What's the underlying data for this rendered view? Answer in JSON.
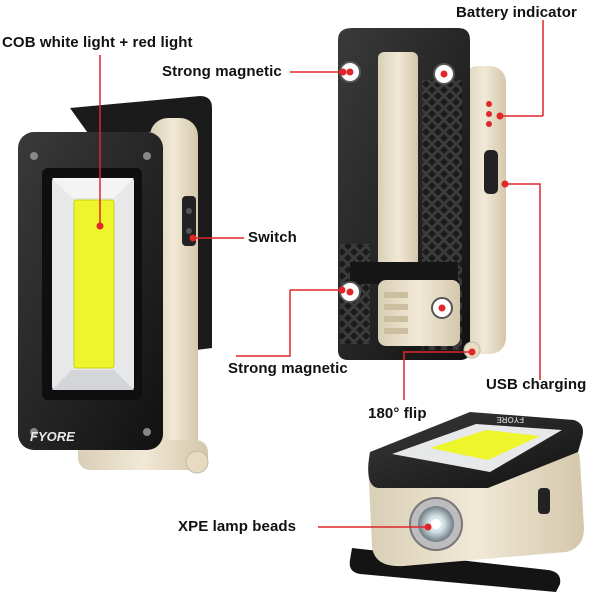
{
  "callouts": {
    "cob_light": "COB white light + red light",
    "battery_indicator": "Battery indicator",
    "strong_magnetic_top": "Strong magnetic",
    "switch": "Switch",
    "strong_magnetic_bottom": "Strong magnetic",
    "usb_charging": "USB charging",
    "flip": "180° flip",
    "xpe_lamp_beads": "XPE lamp beads"
  },
  "brand": {
    "logo_text": "FYORE",
    "back_logo_text": "FYORE"
  },
  "colors": {
    "callout_line": "#e0262b",
    "housing_black": "#1c1c1c",
    "housing_cream": "#ece3cf",
    "cob_yellow": "#eef52a",
    "reflector": "#e9eaec"
  }
}
